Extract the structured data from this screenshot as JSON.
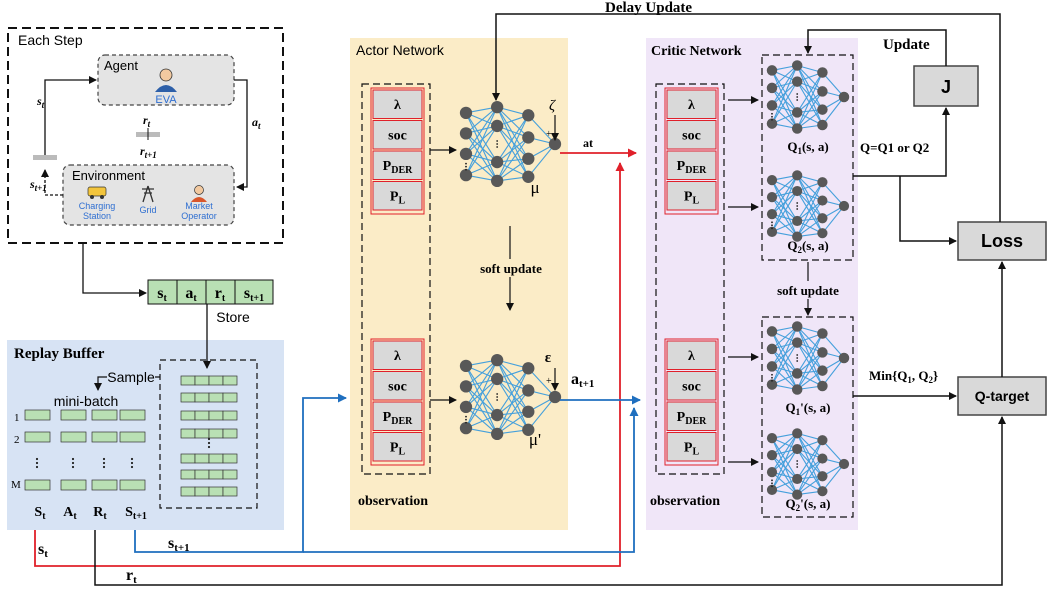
{
  "top": {
    "delay_update": "Delay Update",
    "update": "Update"
  },
  "each_step": {
    "title": "Each Step",
    "agent_title": "Agent",
    "agent_name": "EVA",
    "env_title": "Environment",
    "env_items": [
      "Charging Station",
      "Grid",
      "Market Operator"
    ],
    "s_t": "st",
    "a_t": "at",
    "r_t": "rt",
    "r_t1": "rt+1",
    "s_t1": "st+1"
  },
  "transition": {
    "cells": [
      "st",
      "at",
      "rt",
      "st+1"
    ],
    "store_label": "Store"
  },
  "replay": {
    "title": "Replay Buffer",
    "sample_label": "Sample",
    "minibatch_label": "mini-batch",
    "row_labels": [
      "1",
      "2",
      "M"
    ],
    "col_labels": [
      "St",
      "At",
      "Rt",
      "St+1"
    ]
  },
  "actor": {
    "title": "Actor Network",
    "obs_items": [
      "λ",
      "soc",
      "PDER",
      "PL"
    ],
    "mu": "μ",
    "mu_prime": "μ'",
    "zeta": "ζ",
    "epsilon": "ε",
    "at_label": "at",
    "at1_label": "at+1",
    "soft_update": "soft update",
    "observation": "observation"
  },
  "critic": {
    "title": "Critic Network",
    "obs_items": [
      "λ",
      "soc",
      "PDER",
      "PL"
    ],
    "q1": "Q1(s, a)",
    "q2": "Q2(s, a)",
    "q1p": "Q1'(s, a)",
    "q2p": "Q2'(s, a)",
    "soft_update": "soft update",
    "observation": "observation"
  },
  "right": {
    "j": "J",
    "q_choice": "Q=Q1 or Q2",
    "loss": "Loss",
    "min_label": "Min{Q1, Q2}",
    "qtarget": "Q-target"
  },
  "bottom": {
    "st": "st",
    "st1": "st+1",
    "rt": "rt"
  },
  "colors": {
    "actor_bg": "#fbecc7",
    "critic_bg": "#f0e6f8",
    "replay_bg": "#d7e3f4",
    "green_cell": "#b9e0b4",
    "node_gray": "#585858",
    "edge_blue": "#45a0dc",
    "arrow_red": "#e0202a",
    "arrow_blue": "#1f6fbf",
    "box_gray": "#d9d9d9"
  }
}
